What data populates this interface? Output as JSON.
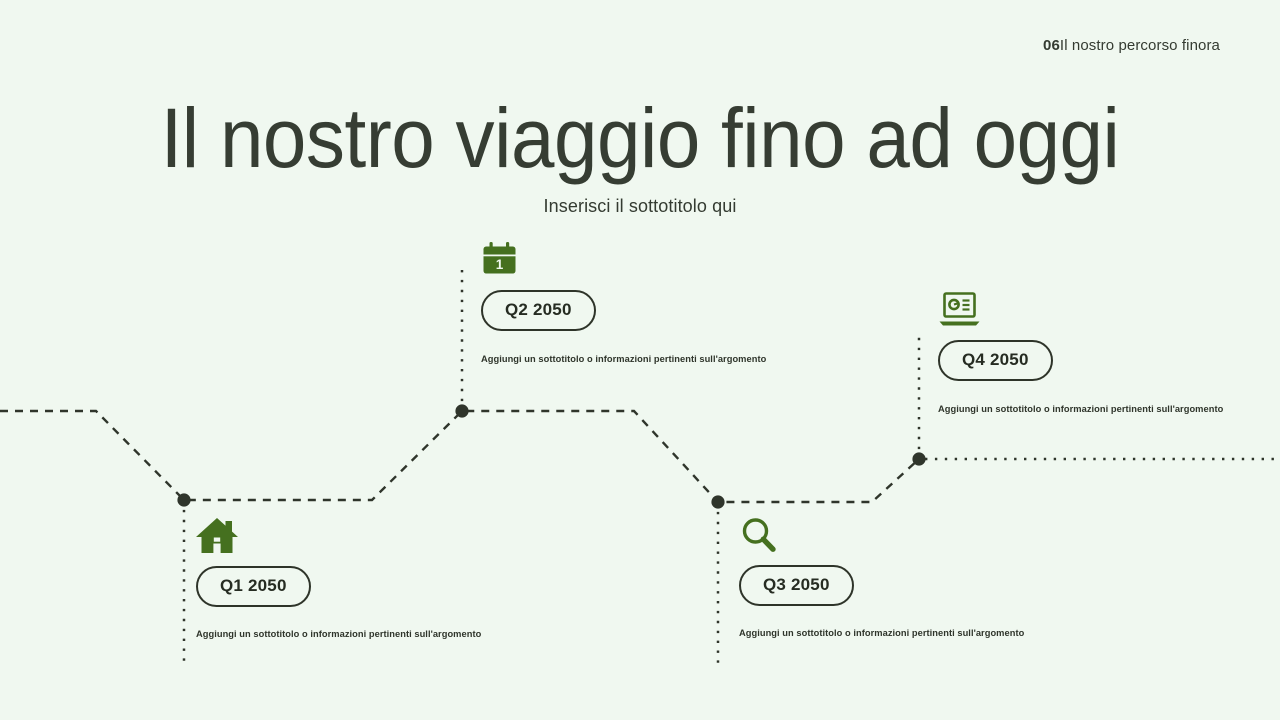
{
  "header": {
    "section_number": "06",
    "section_label": "Il nostro percorso finora"
  },
  "hero": {
    "title": "Il nostro viaggio fino ad oggi",
    "subtitle": "Inserisci il sottotitolo qui"
  },
  "theme": {
    "background": "#f0f8f0",
    "text_dark": "#363d33",
    "icon_green": "#45701f",
    "line_dark": "#2f352b"
  },
  "timeline": {
    "milestones": [
      {
        "id": "q1",
        "icon": "house-icon",
        "label": "Q1 2050",
        "description": "Aggiungi un sottotitolo o informazioni pertinenti sull'argomento"
      },
      {
        "id": "q2",
        "icon": "calendar-icon",
        "icon_day": "1",
        "label": "Q2 2050",
        "description": "Aggiungi un sottotitolo o informazioni pertinenti sull'argomento"
      },
      {
        "id": "q3",
        "icon": "search-icon",
        "label": "Q3 2050",
        "description": "Aggiungi un sottotitolo o informazioni pertinenti sull'argomento"
      },
      {
        "id": "q4",
        "icon": "laptop-chart-icon",
        "label": "Q4 2050",
        "description": "Aggiungi un sottotitolo o informazioni pertinenti sull'argomento"
      }
    ]
  }
}
